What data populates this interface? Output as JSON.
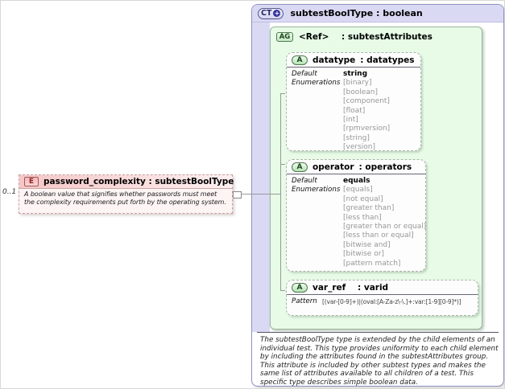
{
  "element": {
    "cardinality": "0..1",
    "badge": "E",
    "title": "password_complexity : subtestBoolType",
    "description": "A boolean value that signifies whether passwords must meet the complexity requirements put forth by the operating system."
  },
  "type_panel": {
    "badge": "CT",
    "plus": "+",
    "title": "subtestBoolType : boolean",
    "footnote": "The subtestBoolType type is extended by the child elements of an individual test.  This type provides uniformity to each child element by including the attributes found in the subtestAttributes group.  This attribute is included by other subtest types and makes the same list of attributes available to all children of a test.  This specific type describes simple boolean data."
  },
  "attribute_group": {
    "badge": "AG",
    "name": "<Ref>",
    "type": ": subtestAttributes",
    "attributes": [
      {
        "badge": "A",
        "name": "datatype",
        "type": ": datatypes",
        "default_label": "Default",
        "default_value": "string",
        "enums_label": "Enumerations",
        "enums": [
          "[binary]",
          "[boolean]",
          "[component]",
          "[float]",
          "[int]",
          "[rpmversion]",
          "[string]",
          "[version]"
        ]
      },
      {
        "badge": "A",
        "name": "operator",
        "type": ": operators",
        "default_label": "Default",
        "default_value": "equals",
        "enums_label": "Enumerations",
        "enums": [
          "[equals]",
          "[not equal]",
          "[greater than]",
          "[less than]",
          "[greater than or equal]",
          "[less than or equal]",
          "[bitwise and]",
          "[bitwise or]",
          "[pattern match]"
        ]
      },
      {
        "badge": "A",
        "name": "var_ref",
        "type": ": varid",
        "pattern_label": "Pattern",
        "pattern": "[(var-[0-9]+)|(oval:[A-Za-z\\-\\.]+:var:[1-9][0-9]*)]"
      }
    ]
  },
  "colors": {
    "panel_lavender": "#d9d9f4",
    "group_green": "#e7fbe7",
    "element_pink": "#f6c6c6"
  }
}
